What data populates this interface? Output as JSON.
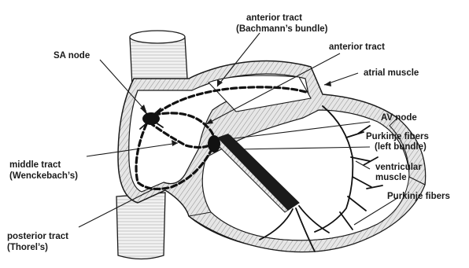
{
  "labels": {
    "sa_node": "SA node",
    "anterior_tract_bachmann_1": "anterior tract",
    "anterior_tract_bachmann_2": "(Bachmann’s bundle)",
    "anterior_tract": "anterior tract",
    "atrial_muscle": "atrial muscle",
    "av_node": "AV node",
    "purkinje_left_1": "Purkinje fibers",
    "purkinje_left_2": "(left bundle)",
    "middle_tract_1": "middle tract",
    "middle_tract_2": "(Wenckebach’s)",
    "ventricular_muscle_1": "ventricular",
    "ventricular_muscle_2": "muscle",
    "purkinje_fibers": "Purkinje fibers",
    "posterior_tract_1": "posterior tract",
    "posterior_tract_2": "(Thorel’s)"
  },
  "icons": [
    "heart-conduction-diagram"
  ],
  "colors": {
    "ink": "#1a1a1a",
    "wall": "#dcdcdc",
    "background": "#ffffff"
  }
}
